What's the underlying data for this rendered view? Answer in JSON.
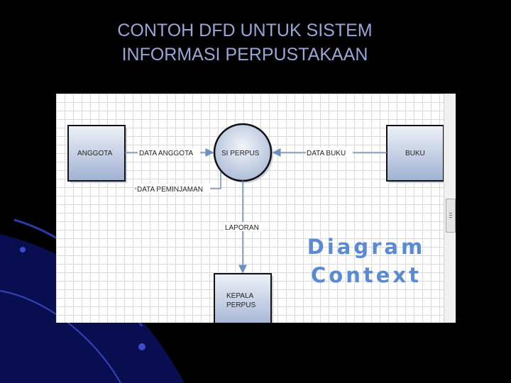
{
  "slide": {
    "title_line1": "CONTOH DFD UNTUK SISTEM",
    "title_line2": "INFORMASI PERPUSTAKAAN"
  },
  "diagram": {
    "entities": {
      "anggota": "ANGGOTA",
      "buku": "BUKU",
      "kepala_line1": "KEPALA",
      "kepala_line2": "PERPUS"
    },
    "process": "SI PERPUS",
    "flows": {
      "data_anggota": "DATA ANGGOTA",
      "data_peminjaman": "DATA PEMINJAMAN",
      "data_buku": "DATA BUKU",
      "laporan": "LAPORAN"
    },
    "caption_line1": "Diagram",
    "caption_line2": "Context"
  },
  "colors": {
    "background": "#000000",
    "title": "#9aa6d6",
    "caption": "#5a8ad2",
    "flow_line": "#6f8fc0",
    "entity_fill_top": "#eef2f8",
    "entity_fill_bottom": "#9fb1d2"
  }
}
